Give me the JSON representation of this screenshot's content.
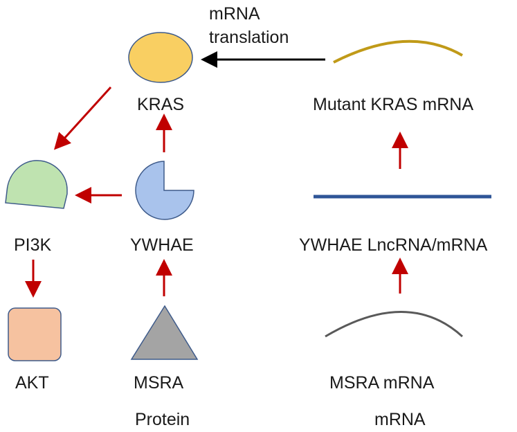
{
  "labels": {
    "kras": "KRAS",
    "pi3k": "PI3K",
    "ywhae": "YWHAE",
    "akt": "AKT",
    "msra": "MSRA",
    "protein": "Protein",
    "translation_line1": "mRNA",
    "translation_line2": "translation",
    "mutant_kras_mrna": "Mutant KRAS mRNA",
    "ywhae_lnc": "YWHAE LncRNA/mRNA",
    "msra_mrna": "MSRA mRNA",
    "mrna": "mRNA"
  },
  "colors": {
    "kras_fill": "#f9cf62",
    "pi3k_fill": "#bfe3b0",
    "ywhae_fill": "#a9c3ec",
    "akt_fill": "#f6c2a0",
    "msra_fill": "#a4a4a4",
    "shape_stroke": "#3d5a8a",
    "arrow_red": "#c00000",
    "arrow_black": "#000000",
    "mutant_mrna_curve": "#c09a18",
    "lnc_line": "#2f5597",
    "msra_mrna_curve": "#595959"
  }
}
